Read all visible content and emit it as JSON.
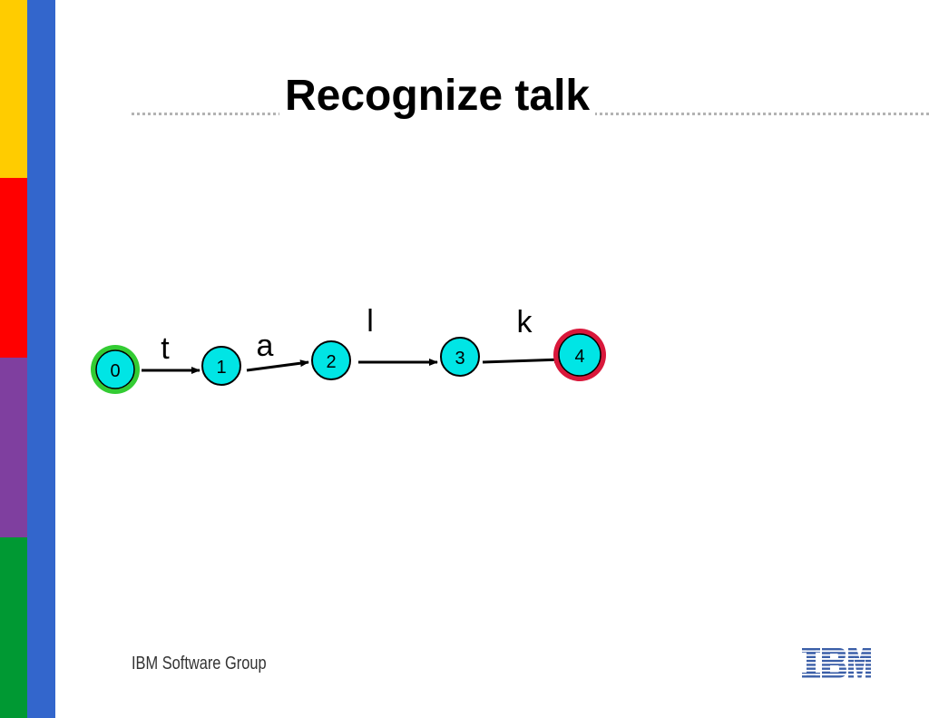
{
  "slide": {
    "title": "Recognize talk",
    "footer": "IBM Software Group",
    "logo_text": "IBM"
  },
  "colors": {
    "stripe_yellow": "#ffcc00",
    "stripe_red": "#ff0000",
    "stripe_purple": "#7f3f9f",
    "stripe_green": "#009933",
    "stripe_blue": "#3366cc",
    "node_fill": "#00e5e5",
    "start_ring": "#33cc33",
    "final_ring": "#d9183b",
    "logo_blue": "#3b5fa8"
  },
  "diagram": {
    "nodes": [
      {
        "id": "0",
        "label": "0",
        "role": "start"
      },
      {
        "id": "1",
        "label": "1",
        "role": "normal"
      },
      {
        "id": "2",
        "label": "2",
        "role": "normal"
      },
      {
        "id": "3",
        "label": "3",
        "role": "normal"
      },
      {
        "id": "4",
        "label": "4",
        "role": "final"
      }
    ],
    "edges": [
      {
        "from": "0",
        "to": "1",
        "label": "t"
      },
      {
        "from": "1",
        "to": "2",
        "label": "a"
      },
      {
        "from": "2",
        "to": "3",
        "label": "l"
      },
      {
        "from": "3",
        "to": "4",
        "label": "k"
      }
    ]
  }
}
